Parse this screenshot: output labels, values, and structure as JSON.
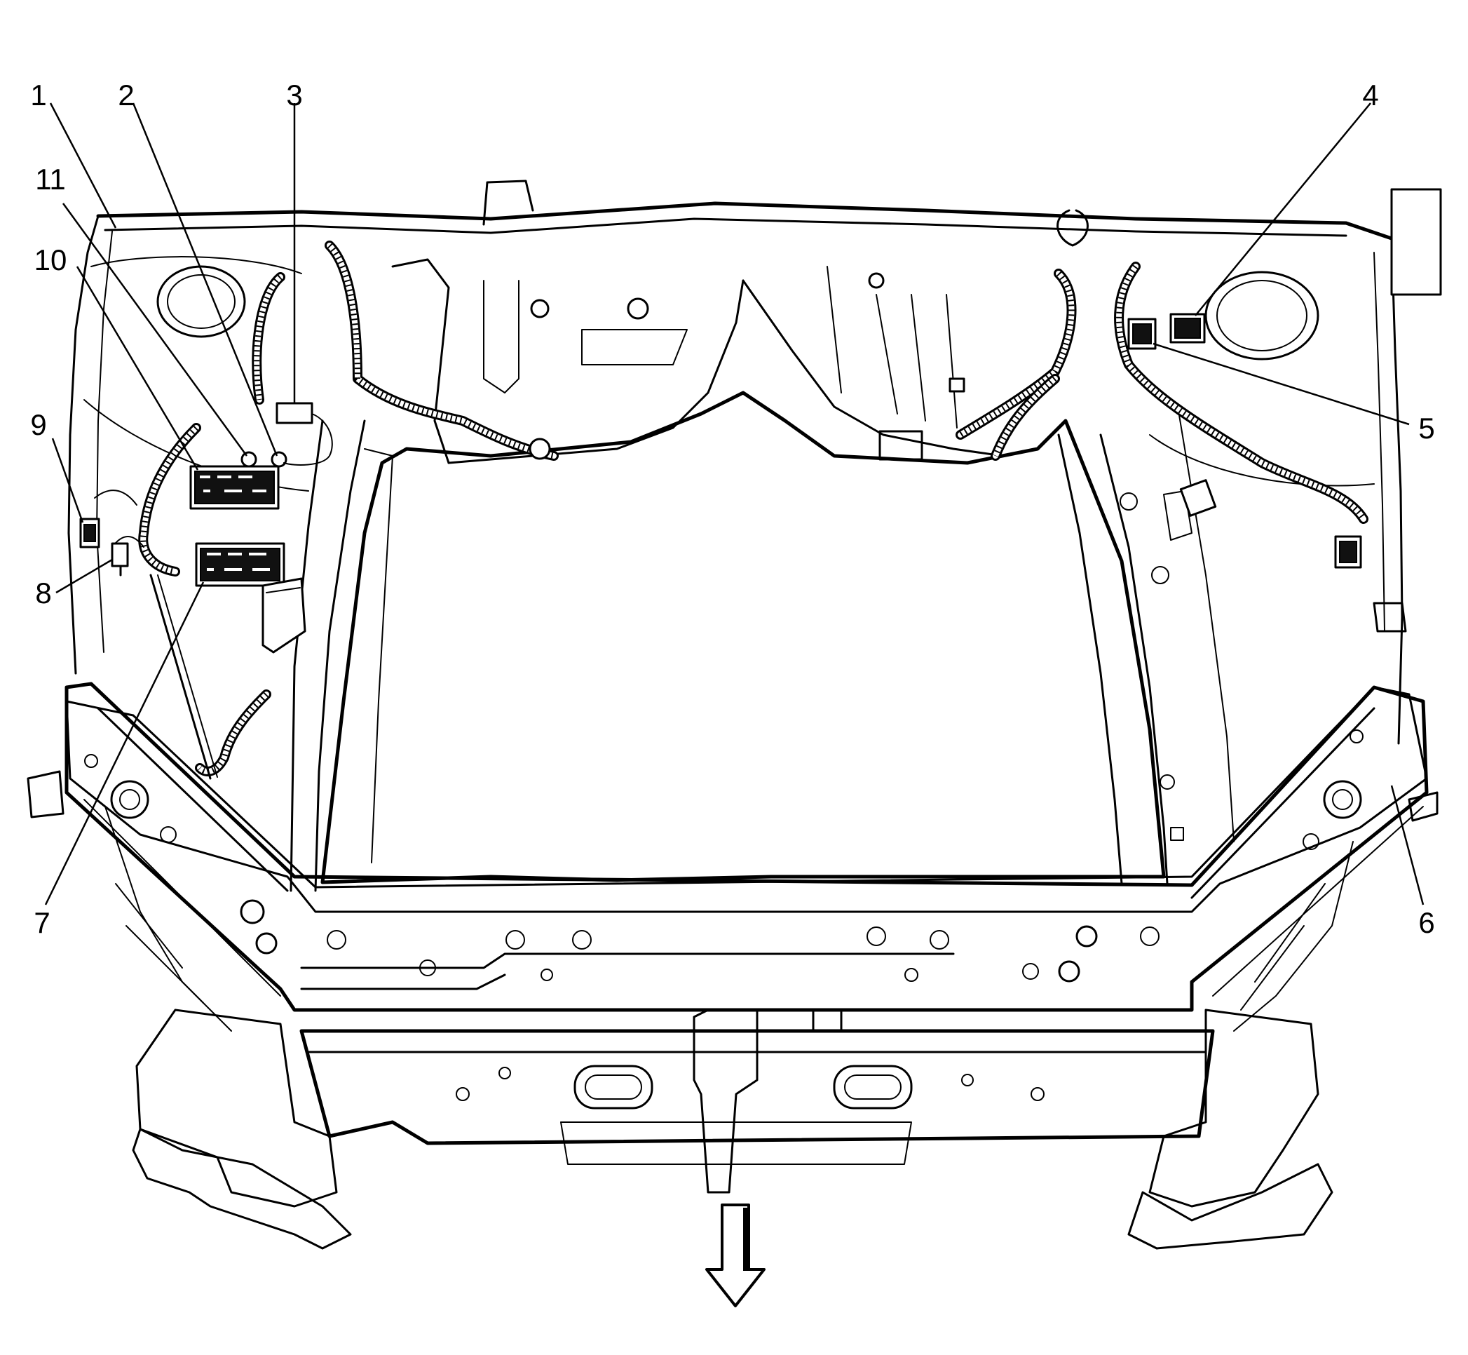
{
  "callouts": [
    {
      "id": "1",
      "label": "1"
    },
    {
      "id": "2",
      "label": "2"
    },
    {
      "id": "3",
      "label": "3"
    },
    {
      "id": "4",
      "label": "4"
    },
    {
      "id": "5",
      "label": "5"
    },
    {
      "id": "6",
      "label": "6"
    },
    {
      "id": "7",
      "label": "7"
    },
    {
      "id": "8",
      "label": "8"
    },
    {
      "id": "9",
      "label": "9"
    },
    {
      "id": "10",
      "label": "10"
    },
    {
      "id": "11",
      "label": "11"
    }
  ],
  "direction_arrow": "down",
  "colors": {
    "ink": "#000000",
    "background": "#ffffff"
  }
}
